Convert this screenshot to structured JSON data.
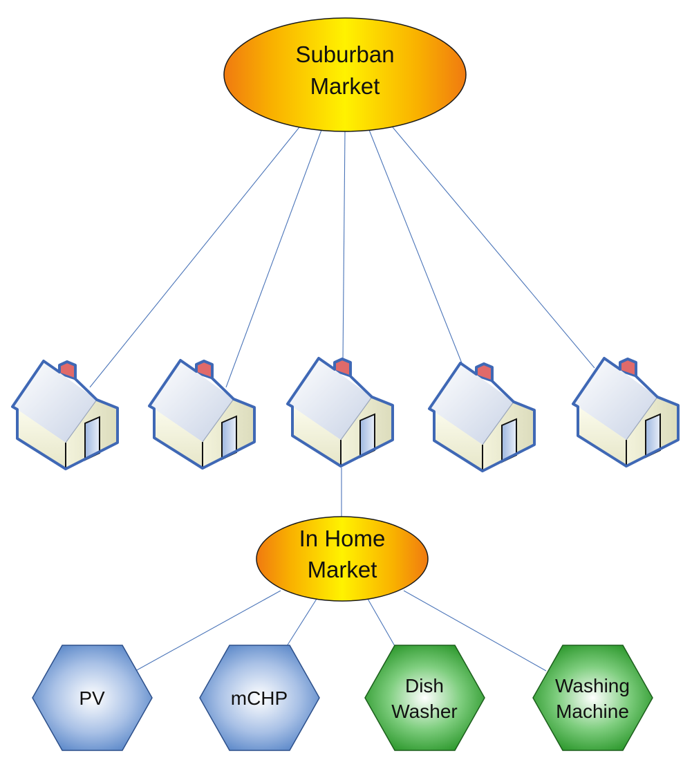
{
  "markets": {
    "suburban": {
      "line1": "Suburban",
      "line2": "Market"
    },
    "in_home": {
      "line1": "In Home",
      "line2": "Market"
    }
  },
  "houses": [
    {
      "id": "house-1"
    },
    {
      "id": "house-2"
    },
    {
      "id": "house-3"
    },
    {
      "id": "house-4"
    },
    {
      "id": "house-5"
    }
  ],
  "devices": [
    {
      "id": "pv",
      "line1": "PV",
      "line2": "",
      "color": "blue"
    },
    {
      "id": "mchp",
      "line1": "mCHP",
      "line2": "",
      "color": "blue"
    },
    {
      "id": "dish-washer",
      "line1": "Dish",
      "line2": "Washer",
      "color": "green"
    },
    {
      "id": "washing-machine",
      "line1": "Washing",
      "line2": "Machine",
      "color": "green"
    }
  ],
  "colors": {
    "edge": "#4a74b8",
    "house_outline": "#3f68b5",
    "chimney": "#e06a6a",
    "blue_hex": "#5a86c8",
    "green_hex": "#2f9a2f"
  }
}
